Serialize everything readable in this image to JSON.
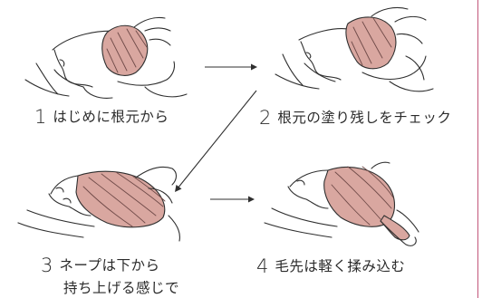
{
  "colors": {
    "hair": "#d9a7a0",
    "ink": "#2f2f2f",
    "frame": "#c2567a"
  },
  "steps": [
    {
      "number": "1",
      "text": "はじめに根元から",
      "text_line2": ""
    },
    {
      "number": "2",
      "text": "根元の塗り残しをチェック",
      "text_line2": ""
    },
    {
      "number": "3",
      "text": "ネープは下から",
      "text_line2": "持ち上げる感じで"
    },
    {
      "number": "4",
      "text": "毛先は軽く揉み込む",
      "text_line2": ""
    }
  ]
}
